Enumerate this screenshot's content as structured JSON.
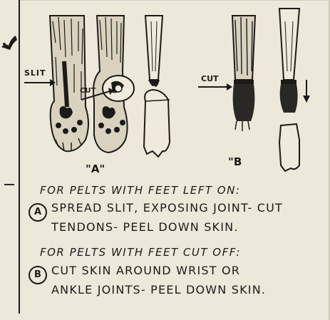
{
  "labels": {
    "slit": "SLIT",
    "cut_a": "CUT",
    "cut_b": "CUT",
    "figure_a": "\"A\"",
    "figure_b": "\"B"
  },
  "heading_a": "FOR PELTS WITH FEET LEFT ON:",
  "step_a": {
    "marker": "A",
    "line1": "SPREAD SLIT, EXPOSING JOINT- CUT",
    "line2": "TENDONS- PEEL DOWN SKIN."
  },
  "heading_b": "FOR PELTS WITH FEET CUT OFF:",
  "step_b": {
    "marker": "B",
    "line1": "CUT SKIN AROUND WRIST OR",
    "line2": "ANKLE JOINTS- PEEL DOWN SKIN."
  },
  "colors": {
    "paper": "#ece8da",
    "ink": "#1d1b18"
  }
}
